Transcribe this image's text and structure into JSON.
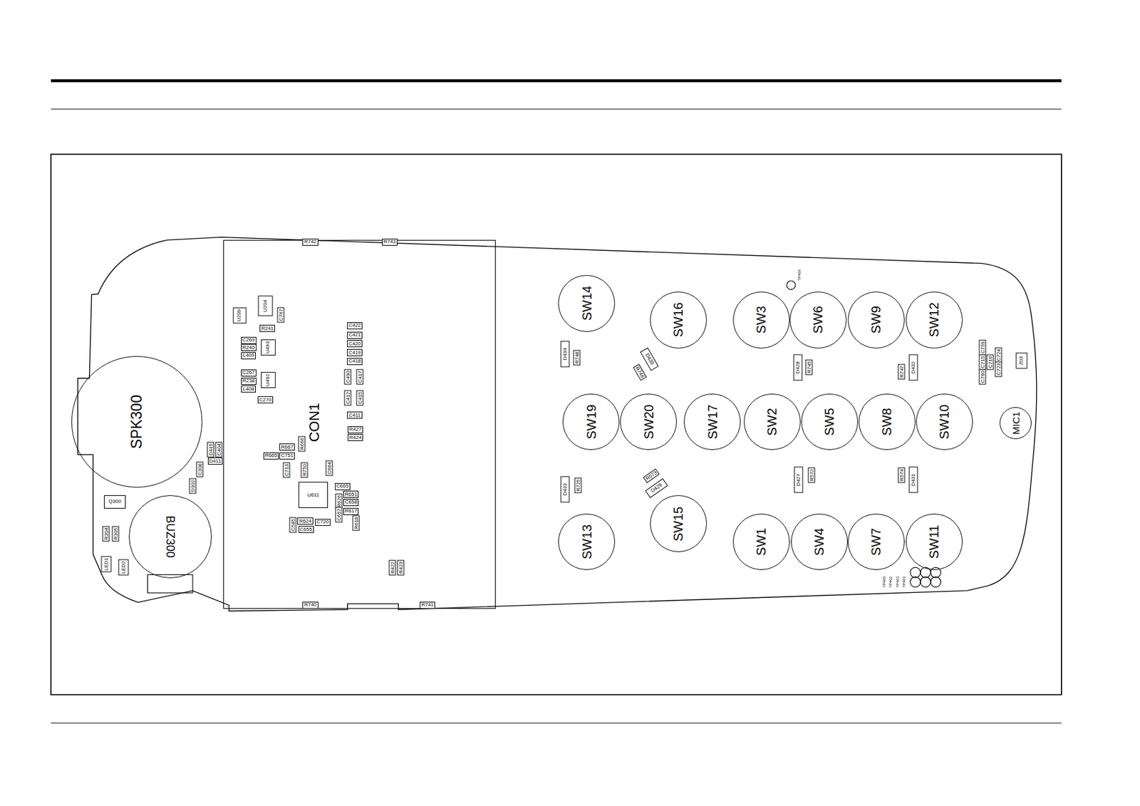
{
  "diagram": {
    "nodes": [
      {
        "text": [
          "CON1"
        ]
      },
      {
        "text": [
          "R742"
        ],
        "in": 0
      },
      {
        "text": [
          "R743"
        ],
        "in": 0
      },
      {
        "text": [
          "U209"
        ],
        "in": 0
      },
      {
        "text": [
          "U204"
        ],
        "in": 0
      },
      {
        "text": [
          "C767"
        ],
        "in": 0
      },
      {
        "text": [
          "R241"
        ],
        "in": 0
      },
      {
        "text": [
          "C269"
        ],
        "in": 0
      },
      {
        "text": [
          "R240"
        ],
        "in": 0
      },
      {
        "text": [
          "L409"
        ],
        "in": 0
      },
      {
        "text": [
          "U493"
        ],
        "in": 0
      },
      {
        "text": [
          "C267"
        ],
        "in": 0
      },
      {
        "text": [
          "R238"
        ],
        "in": 0
      },
      {
        "text": [
          "L408"
        ],
        "in": 0
      },
      {
        "text": [
          "U492"
        ],
        "in": 0
      },
      {
        "text": [
          "C270"
        ],
        "in": 0
      },
      {
        "text": [
          "C422"
        ],
        "in": 0
      },
      {
        "text": [
          "C421"
        ],
        "in": 0
      },
      {
        "text": [
          "C420"
        ],
        "in": 0
      },
      {
        "text": [
          "C419"
        ],
        "in": 0
      },
      {
        "text": [
          "C418"
        ],
        "in": 0
      },
      {
        "text": [
          "C490"
        ],
        "in": 0
      },
      {
        "text": [
          "C417"
        ],
        "in": 0
      },
      {
        "text": [
          "C412"
        ],
        "in": 0
      },
      {
        "text": [
          "C415"
        ],
        "in": 0
      },
      {
        "text": [
          "C411"
        ],
        "in": 0
      },
      {
        "text": [
          "R427"
        ],
        "in": 0
      },
      {
        "text": [
          "R424"
        ],
        "in": 0
      },
      {
        "text": [
          "R666"
        ],
        "in": 0
      },
      {
        "text": [
          "R667"
        ],
        "in": 0
      },
      {
        "text": [
          "C751"
        ],
        "in": 0
      },
      {
        "text": [
          "R665"
        ],
        "in": 0
      },
      {
        "text": [
          "C713"
        ],
        "in": 0
      },
      {
        "text": [
          "R750"
        ],
        "in": 0
      },
      {
        "text": [
          "C664"
        ],
        "in": 0
      },
      {
        "text": [
          "U611"
        ],
        "in": 0
      },
      {
        "text": [
          "C665"
        ],
        "in": 0
      },
      {
        "text": [
          "R651"
        ],
        "in": 0
      },
      {
        "text": [
          "R626"
        ],
        "in": 0
      },
      {
        "text": [
          "C658"
        ],
        "in": 0
      },
      {
        "text": [
          "C657"
        ],
        "in": 0
      },
      {
        "text": [
          "R617"
        ],
        "in": 0
      },
      {
        "text": [
          "R618"
        ],
        "in": 0
      },
      {
        "text": [
          "C585"
        ],
        "in": 0
      },
      {
        "text": [
          "R624"
        ],
        "in": 0
      },
      {
        "text": [
          "C720"
        ],
        "in": 0
      },
      {
        "text": [
          "C655"
        ],
        "in": 0
      },
      {
        "text": [
          "R422"
        ],
        "in": 0
      },
      {
        "text": [
          "R423"
        ],
        "in": 0
      },
      {
        "text": [
          "R740"
        ],
        "in": 0
      },
      {
        "text": [
          "R741"
        ],
        "in": 0
      },
      {
        "text": [
          "SPK300"
        ]
      },
      {
        "text": [
          "D415"
        ]
      },
      {
        "text": [
          "C404"
        ]
      },
      {
        "text": [
          "D411"
        ]
      },
      {
        "text": [
          "C308"
        ]
      },
      {
        "text": [
          "D302"
        ]
      },
      {
        "text": [
          "Q300"
        ]
      },
      {
        "text": [
          "BUZ300"
        ]
      },
      {
        "text": [
          "R304"
        ]
      },
      {
        "text": [
          "R305"
        ]
      },
      {
        "text": [
          "LED1"
        ]
      },
      {
        "text": [
          "LED2"
        ]
      },
      {
        "text": [
          "SW14"
        ]
      },
      {
        "text": [
          "SW16"
        ]
      },
      {
        "text": [
          "SW3"
        ]
      },
      {
        "text": [
          "SW6"
        ]
      },
      {
        "text": [
          "SW9"
        ]
      },
      {
        "text": [
          "SW12"
        ]
      },
      {
        "text": [
          "D434"
        ]
      },
      {
        "text": [
          "R748"
        ]
      },
      {
        "text": [
          "D430"
        ]
      },
      {
        "text": [
          "R746"
        ]
      },
      {
        "text": [
          "D428"
        ]
      },
      {
        "text": [
          "R745"
        ]
      },
      {
        "text": [
          "R747"
        ]
      },
      {
        "text": [
          "D432"
        ]
      },
      {
        "text": [
          "C759"
        ]
      },
      {
        "text": [
          "C715"
        ]
      },
      {
        "text": [
          "C760"
        ]
      },
      {
        "text": [
          "C716"
        ]
      },
      {
        "text": [
          "C724"
        ]
      },
      {
        "text": [
          "C723"
        ]
      },
      {
        "text": [
          "Z03"
        ]
      },
      {
        "text": [
          "SW19"
        ]
      },
      {
        "text": [
          "SW20"
        ]
      },
      {
        "text": [
          "SW17"
        ]
      },
      {
        "text": [
          "SW2"
        ]
      },
      {
        "text": [
          "SW5"
        ]
      },
      {
        "text": [
          "SW8"
        ]
      },
      {
        "text": [
          "SW10"
        ]
      },
      {
        "text": [
          "MIC1"
        ]
      },
      {
        "text": [
          "D433"
        ]
      },
      {
        "text": [
          "R725"
        ]
      },
      {
        "text": [
          "R573"
        ]
      },
      {
        "text": [
          "D429"
        ]
      },
      {
        "text": [
          "D427"
        ]
      },
      {
        "text": [
          "R572"
        ]
      },
      {
        "text": [
          "R574"
        ]
      },
      {
        "text": [
          "D431"
        ]
      },
      {
        "text": [
          "SW13"
        ]
      },
      {
        "text": [
          "SW15"
        ]
      },
      {
        "text": [
          "SW1"
        ]
      },
      {
        "text": [
          "SW4"
        ]
      },
      {
        "text": [
          "SW7"
        ]
      },
      {
        "text": [
          "SW11"
        ]
      }
    ],
    "labels": [
      "TP406",
      "TP400",
      "TP402",
      "TP403",
      "TP401"
    ]
  }
}
